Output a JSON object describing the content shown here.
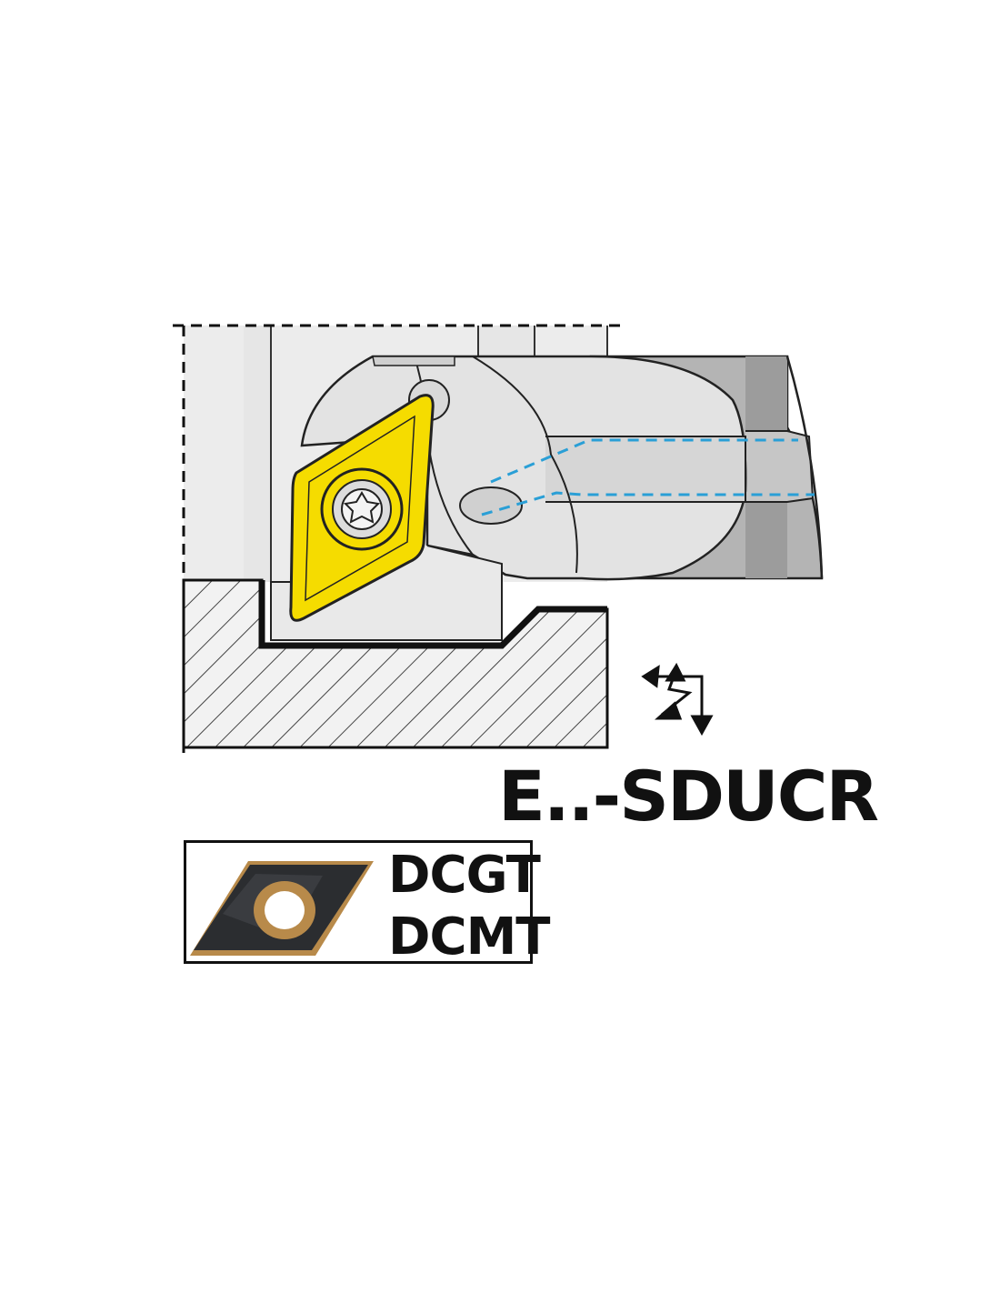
{
  "model": "E..-SDUCR",
  "inserts": {
    "codes": [
      "DCGT",
      "DCMT"
    ]
  },
  "colors": {
    "insert_yellow": "#f5dc00",
    "holder_gray": "#e3e3e3",
    "bar_gray": "#b4b4b4",
    "coolant_blue": "#2a9fd6",
    "insert_dark": "#2b2d30",
    "insert_bronze": "#b88a4a"
  },
  "icons": [
    "feed-direction-arrows-icon"
  ]
}
